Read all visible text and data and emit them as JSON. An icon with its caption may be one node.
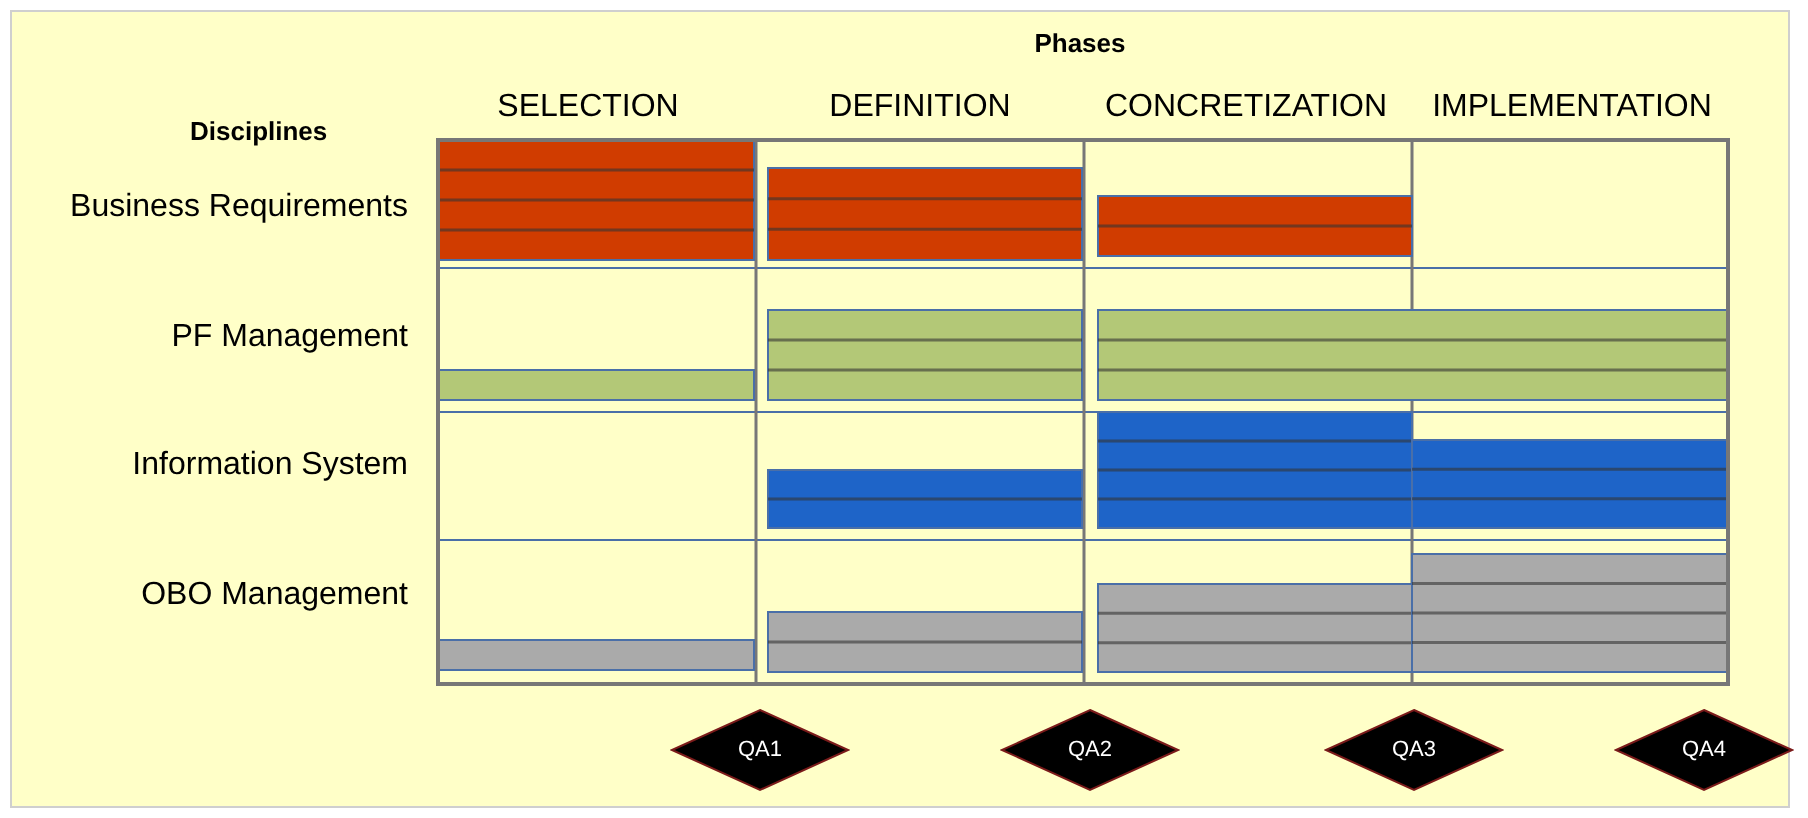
{
  "diagram": {
    "title": "Phases",
    "nodes": [
      {
        "text": [
          "QA1"
        ]
      },
      {
        "text": [
          "QA2"
        ]
      },
      {
        "text": [
          "QA3"
        ]
      },
      {
        "text": [
          "QA4"
        ]
      }
    ],
    "labels": [
      "Disciplines",
      "SELECTION",
      "DEFINITION",
      "CONCRETIZATION",
      "IMPLEMENTATION",
      "Business Requirements",
      "PF Management",
      "Information System",
      "OBO Management"
    ]
  }
}
